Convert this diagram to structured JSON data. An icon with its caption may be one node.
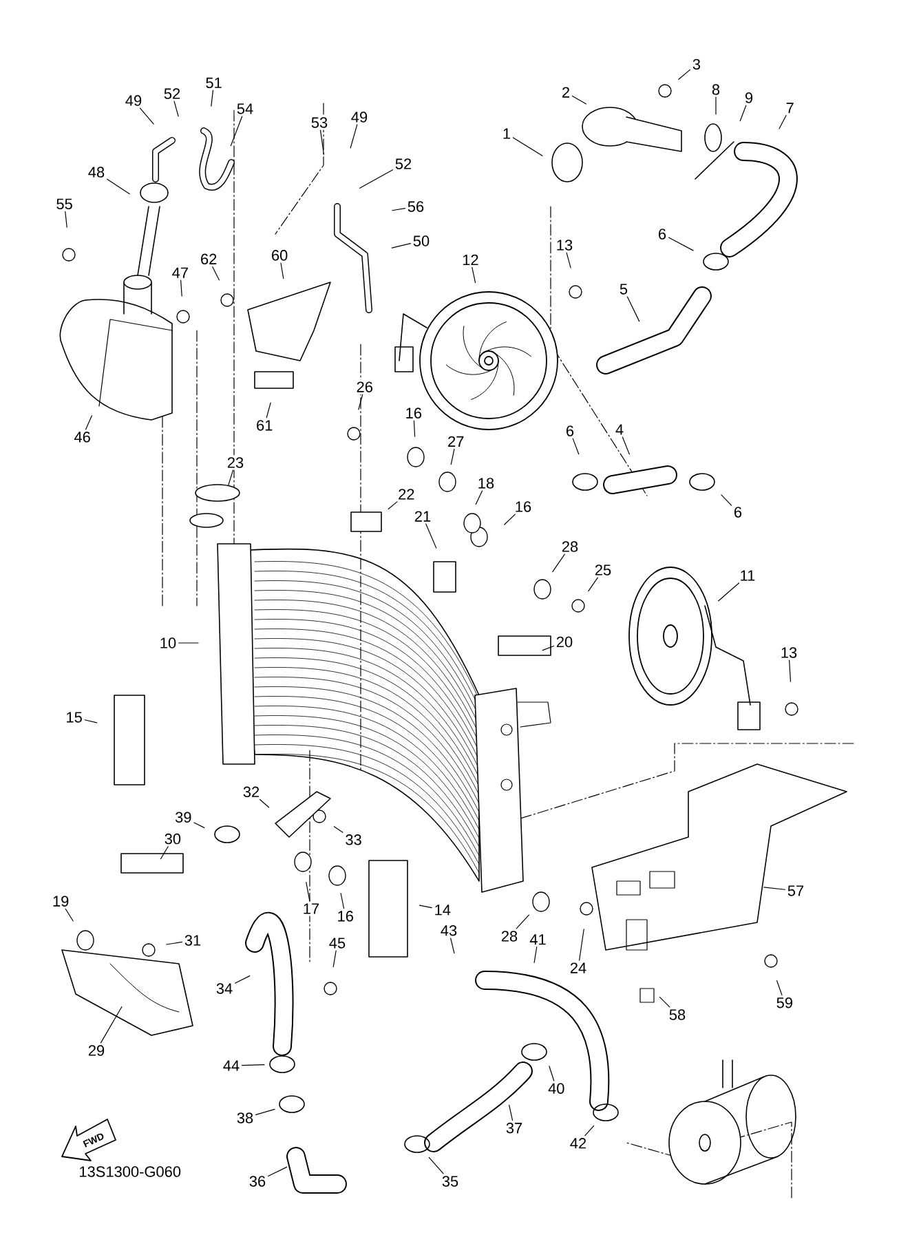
{
  "diagram": {
    "nodes": [
      {
        "text": [
          "1"
        ]
      },
      {
        "text": [
          "2"
        ]
      },
      {
        "text": [
          "3"
        ]
      },
      {
        "text": [
          "8"
        ]
      },
      {
        "text": [
          "9"
        ]
      },
      {
        "text": [
          "7"
        ]
      },
      {
        "text": [
          "49"
        ]
      },
      {
        "text": [
          "52"
        ]
      },
      {
        "text": [
          "51"
        ]
      },
      {
        "text": [
          "54"
        ]
      },
      {
        "text": [
          "53"
        ]
      },
      {
        "text": [
          "49"
        ]
      },
      {
        "text": [
          "48"
        ]
      },
      {
        "text": [
          "52"
        ]
      },
      {
        "text": [
          "55"
        ]
      },
      {
        "text": [
          "56"
        ]
      },
      {
        "text": [
          "50"
        ]
      },
      {
        "text": [
          "6"
        ]
      },
      {
        "text": [
          "12"
        ]
      },
      {
        "text": [
          "13"
        ]
      },
      {
        "text": [
          "47"
        ]
      },
      {
        "text": [
          "62"
        ]
      },
      {
        "text": [
          "60"
        ]
      },
      {
        "text": [
          "5"
        ]
      },
      {
        "text": [
          "61"
        ]
      },
      {
        "text": [
          "26"
        ]
      },
      {
        "text": [
          "16"
        ]
      },
      {
        "text": [
          "46"
        ]
      },
      {
        "text": [
          "4"
        ]
      },
      {
        "text": [
          "6"
        ]
      },
      {
        "text": [
          "27"
        ]
      },
      {
        "text": [
          "23"
        ]
      },
      {
        "text": [
          "18"
        ]
      },
      {
        "text": [
          "22"
        ]
      },
      {
        "text": [
          "16"
        ]
      },
      {
        "text": [
          "21"
        ]
      },
      {
        "text": [
          "6"
        ]
      },
      {
        "text": [
          "28"
        ]
      },
      {
        "text": [
          "25"
        ]
      },
      {
        "text": [
          "11"
        ]
      },
      {
        "text": [
          "10"
        ]
      },
      {
        "text": [
          "20"
        ]
      },
      {
        "text": [
          "13"
        ]
      },
      {
        "text": [
          "15"
        ]
      },
      {
        "text": [
          "32"
        ]
      },
      {
        "text": [
          "39"
        ]
      },
      {
        "text": [
          "33"
        ]
      },
      {
        "text": [
          "30"
        ]
      },
      {
        "text": [
          "17"
        ]
      },
      {
        "text": [
          "16"
        ]
      },
      {
        "text": [
          "14"
        ]
      },
      {
        "text": [
          "57"
        ]
      },
      {
        "text": [
          "19"
        ]
      },
      {
        "text": [
          "31"
        ]
      },
      {
        "text": [
          "43"
        ]
      },
      {
        "text": [
          "28"
        ]
      },
      {
        "text": [
          "41"
        ]
      },
      {
        "text": [
          "45"
        ]
      },
      {
        "text": [
          "24"
        ]
      },
      {
        "text": [
          "34"
        ]
      },
      {
        "text": [
          "59"
        ]
      },
      {
        "text": [
          "58"
        ]
      },
      {
        "text": [
          "29"
        ]
      },
      {
        "text": [
          "44"
        ]
      },
      {
        "text": [
          "40"
        ]
      },
      {
        "text": [
          "38"
        ]
      },
      {
        "text": [
          "37"
        ]
      },
      {
        "text": [
          "42"
        ]
      },
      {
        "text": [
          "36"
        ]
      },
      {
        "text": [
          "35"
        ]
      }
    ],
    "edges": [
      {
        "from": 0,
        "to": null,
        "arrow": "none"
      },
      {
        "from": 1,
        "to": null,
        "arrow": "none"
      },
      {
        "from": 2,
        "to": null,
        "arrow": "none"
      },
      {
        "from": 3,
        "to": null,
        "arrow": "none"
      },
      {
        "from": 4,
        "to": null,
        "arrow": "none"
      },
      {
        "from": 5,
        "to": null,
        "arrow": "none"
      },
      {
        "from": 6,
        "to": null,
        "arrow": "none"
      },
      {
        "from": 7,
        "to": null,
        "arrow": "none"
      },
      {
        "from": 8,
        "to": null,
        "arrow": "none"
      },
      {
        "from": 9,
        "to": null,
        "arrow": "none"
      },
      {
        "from": 10,
        "to": null,
        "arrow": "none"
      },
      {
        "from": 11,
        "to": null,
        "arrow": "none"
      },
      {
        "from": 12,
        "to": null,
        "arrow": "none"
      },
      {
        "from": 13,
        "to": null,
        "arrow": "none"
      },
      {
        "from": 14,
        "to": null,
        "arrow": "none"
      },
      {
        "from": 15,
        "to": null,
        "arrow": "none"
      },
      {
        "from": 16,
        "to": null,
        "arrow": "none"
      },
      {
        "from": 17,
        "to": null,
        "arrow": "none"
      },
      {
        "from": 18,
        "to": null,
        "arrow": "none"
      },
      {
        "from": 19,
        "to": null,
        "arrow": "none"
      },
      {
        "from": 20,
        "to": null,
        "arrow": "none"
      },
      {
        "from": 21,
        "to": null,
        "arrow": "none"
      },
      {
        "from": 22,
        "to": null,
        "arrow": "none"
      },
      {
        "from": 23,
        "to": null,
        "arrow": "none"
      },
      {
        "from": 24,
        "to": null,
        "arrow": "none"
      },
      {
        "from": 25,
        "to": null,
        "arrow": "none"
      },
      {
        "from": 26,
        "to": null,
        "arrow": "none"
      },
      {
        "from": 27,
        "to": null,
        "arrow": "none"
      },
      {
        "from": 28,
        "to": null,
        "arrow": "none"
      },
      {
        "from": 29,
        "to": null,
        "arrow": "none"
      },
      {
        "from": 30,
        "to": null,
        "arrow": "none"
      },
      {
        "from": 31,
        "to": null,
        "arrow": "none"
      },
      {
        "from": 32,
        "to": null,
        "arrow": "none"
      },
      {
        "from": 33,
        "to": null,
        "arrow": "none"
      },
      {
        "from": 34,
        "to": null,
        "arrow": "none"
      },
      {
        "from": 35,
        "to": null,
        "arrow": "none"
      },
      {
        "from": 36,
        "to": null,
        "arrow": "none"
      },
      {
        "from": 37,
        "to": null,
        "arrow": "none"
      },
      {
        "from": 38,
        "to": null,
        "arrow": "none"
      },
      {
        "from": 39,
        "to": null,
        "arrow": "none"
      },
      {
        "from": 40,
        "to": null,
        "arrow": "none"
      },
      {
        "from": 41,
        "to": null,
        "arrow": "none"
      },
      {
        "from": 42,
        "to": null,
        "arrow": "none"
      },
      {
        "from": 43,
        "to": null,
        "arrow": "none"
      },
      {
        "from": 44,
        "to": null,
        "arrow": "none"
      },
      {
        "from": 45,
        "to": null,
        "arrow": "none"
      },
      {
        "from": 46,
        "to": null,
        "arrow": "none"
      },
      {
        "from": 47,
        "to": null,
        "arrow": "none"
      },
      {
        "from": 48,
        "to": null,
        "arrow": "none"
      },
      {
        "from": 49,
        "to": null,
        "arrow": "none"
      },
      {
        "from": 50,
        "to": null,
        "arrow": "none"
      },
      {
        "from": 51,
        "to": null,
        "arrow": "none"
      },
      {
        "from": 52,
        "to": null,
        "arrow": "none"
      },
      {
        "from": 53,
        "to": null,
        "arrow": "none"
      },
      {
        "from": 54,
        "to": null,
        "arrow": "none"
      },
      {
        "from": 55,
        "to": null,
        "arrow": "none"
      },
      {
        "from": 56,
        "to": null,
        "arrow": "none"
      },
      {
        "from": 57,
        "to": null,
        "arrow": "none"
      },
      {
        "from": 58,
        "to": null,
        "arrow": "none"
      },
      {
        "from": 59,
        "to": null,
        "arrow": "none"
      },
      {
        "from": 60,
        "to": null,
        "arrow": "none"
      },
      {
        "from": 61,
        "to": null,
        "arrow": "none"
      },
      {
        "from": 62,
        "to": null,
        "arrow": "none"
      },
      {
        "from": 63,
        "to": null,
        "arrow": "none"
      },
      {
        "from": 64,
        "to": null,
        "arrow": "none"
      },
      {
        "from": 65,
        "to": null,
        "arrow": "none"
      },
      {
        "from": 66,
        "to": null,
        "arrow": "none"
      },
      {
        "from": 67,
        "to": null,
        "arrow": "none"
      },
      {
        "from": 68,
        "to": null,
        "arrow": "none"
      },
      {
        "from": 69,
        "to": null,
        "arrow": "none"
      }
    ],
    "labels": [
      "FWD",
      "13S1300-G060"
    ]
  }
}
